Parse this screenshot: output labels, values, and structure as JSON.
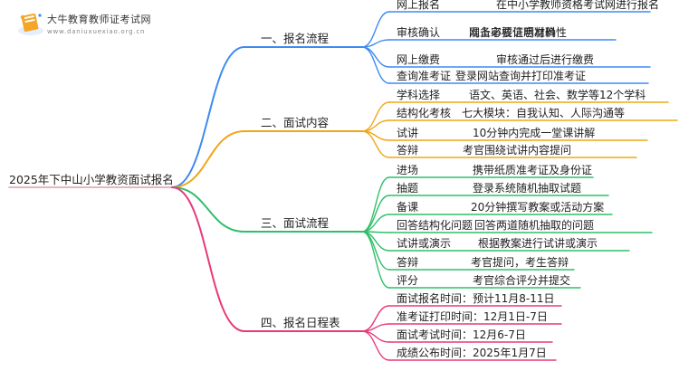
{
  "logo": {
    "title": "大牛教育教师证考试网",
    "subtitle": "www.daniuxuexiao.org.cn"
  },
  "root": "2025年下中山小学教资面试报名",
  "colors": {
    "b0": "#3d8bf2",
    "b1": "#f2a516",
    "b2": "#2fbf6a",
    "b3": "#e8397a"
  },
  "branches": [
    {
      "label": "一、报名流程",
      "children": [
        {
          "label": "网上报名",
          "items": [
            "在中小学教师资格考试网进行报名"
          ]
        },
        {
          "label": "审核确认",
          "items": [
            "网上审核信息准确性",
            "准备必要证明材料"
          ]
        },
        {
          "label": "网上缴费",
          "items": [
            "审核通过后进行缴费"
          ]
        },
        {
          "label": "查询准考证",
          "items": [
            "登录网站查询并打印准考证"
          ]
        }
      ]
    },
    {
      "label": "二、面试内容",
      "children": [
        {
          "label": "学科选择",
          "items": [
            "语文、英语、社会、数学等12个学科"
          ]
        },
        {
          "label": "结构化考核",
          "items": [
            "七大模块：自我认知、人际沟通等"
          ]
        },
        {
          "label": "试讲",
          "items": [
            "10分钟内完成一堂课讲解"
          ]
        },
        {
          "label": "答辩",
          "items": [
            "考官围绕试讲内容提问"
          ]
        }
      ]
    },
    {
      "label": "三、面试流程",
      "children": [
        {
          "label": "进场",
          "items": [
            "携带纸质准考证及身份证"
          ]
        },
        {
          "label": "抽题",
          "items": [
            "登录系统随机抽取试题"
          ]
        },
        {
          "label": "备课",
          "items": [
            "20分钟撰写教案或活动方案"
          ]
        },
        {
          "label": "回答结构化问题",
          "items": [
            "回答两道随机抽取的问题"
          ]
        },
        {
          "label": "试讲或演示",
          "items": [
            "根据教案进行试讲或演示"
          ]
        },
        {
          "label": "答辩",
          "items": [
            "考官提问，考生答辩"
          ]
        },
        {
          "label": "评分",
          "items": [
            "考官综合评分并提交"
          ]
        }
      ]
    },
    {
      "label": "四、报名日程表",
      "children": [
        {
          "label": "面试报名时间：预计11月8-11日",
          "items": []
        },
        {
          "label": "准考证打印时间：12月1日-7日",
          "items": []
        },
        {
          "label": "面试考试时间：12月6-7日",
          "items": []
        },
        {
          "label": "成绩公布时间：2025年1月7日",
          "items": []
        }
      ]
    }
  ]
}
